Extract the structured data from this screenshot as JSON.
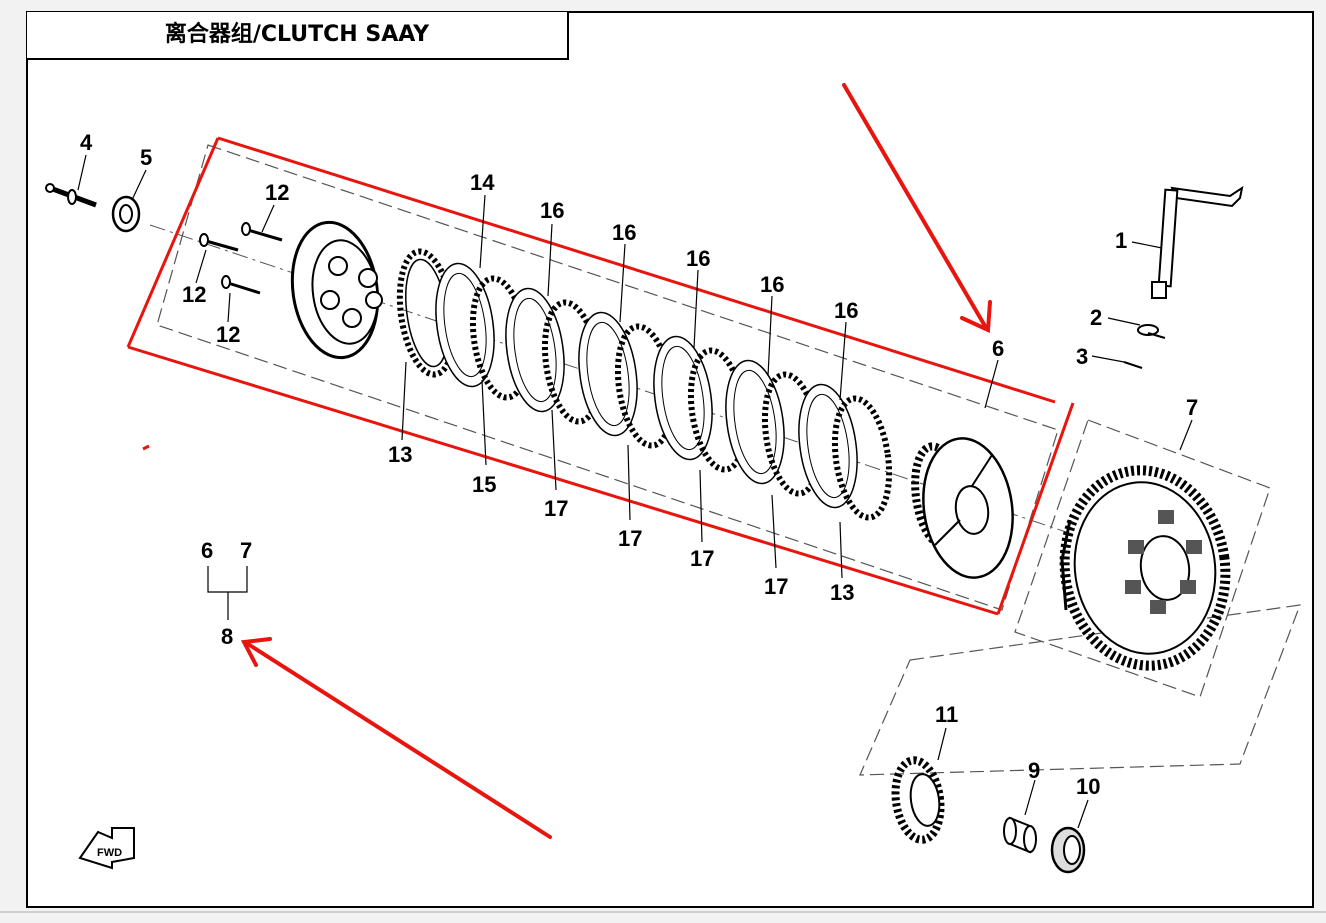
{
  "title": "离合器组/CLUTCH SAAY",
  "accent_color": "#e8150f",
  "callouts": {
    "c1": "1",
    "c2": "2",
    "c3": "3",
    "c4": "4",
    "c5": "5",
    "c6a": "6",
    "c6b": "6",
    "c7a": "7",
    "c7b": "7",
    "c8": "8",
    "c9": "9",
    "c10": "10",
    "c11": "11",
    "c12a": "12",
    "c12b": "12",
    "c12c": "12",
    "c13a": "13",
    "c13b": "13",
    "c14": "14",
    "c15": "15",
    "c16a": "16",
    "c16b": "16",
    "c16c": "16",
    "c16d": "16",
    "c16e": "16",
    "c17a": "17",
    "c17b": "17",
    "c17c": "17",
    "c17d": "17"
  },
  "icons": {
    "direction": "fwd-arrow-icon"
  }
}
